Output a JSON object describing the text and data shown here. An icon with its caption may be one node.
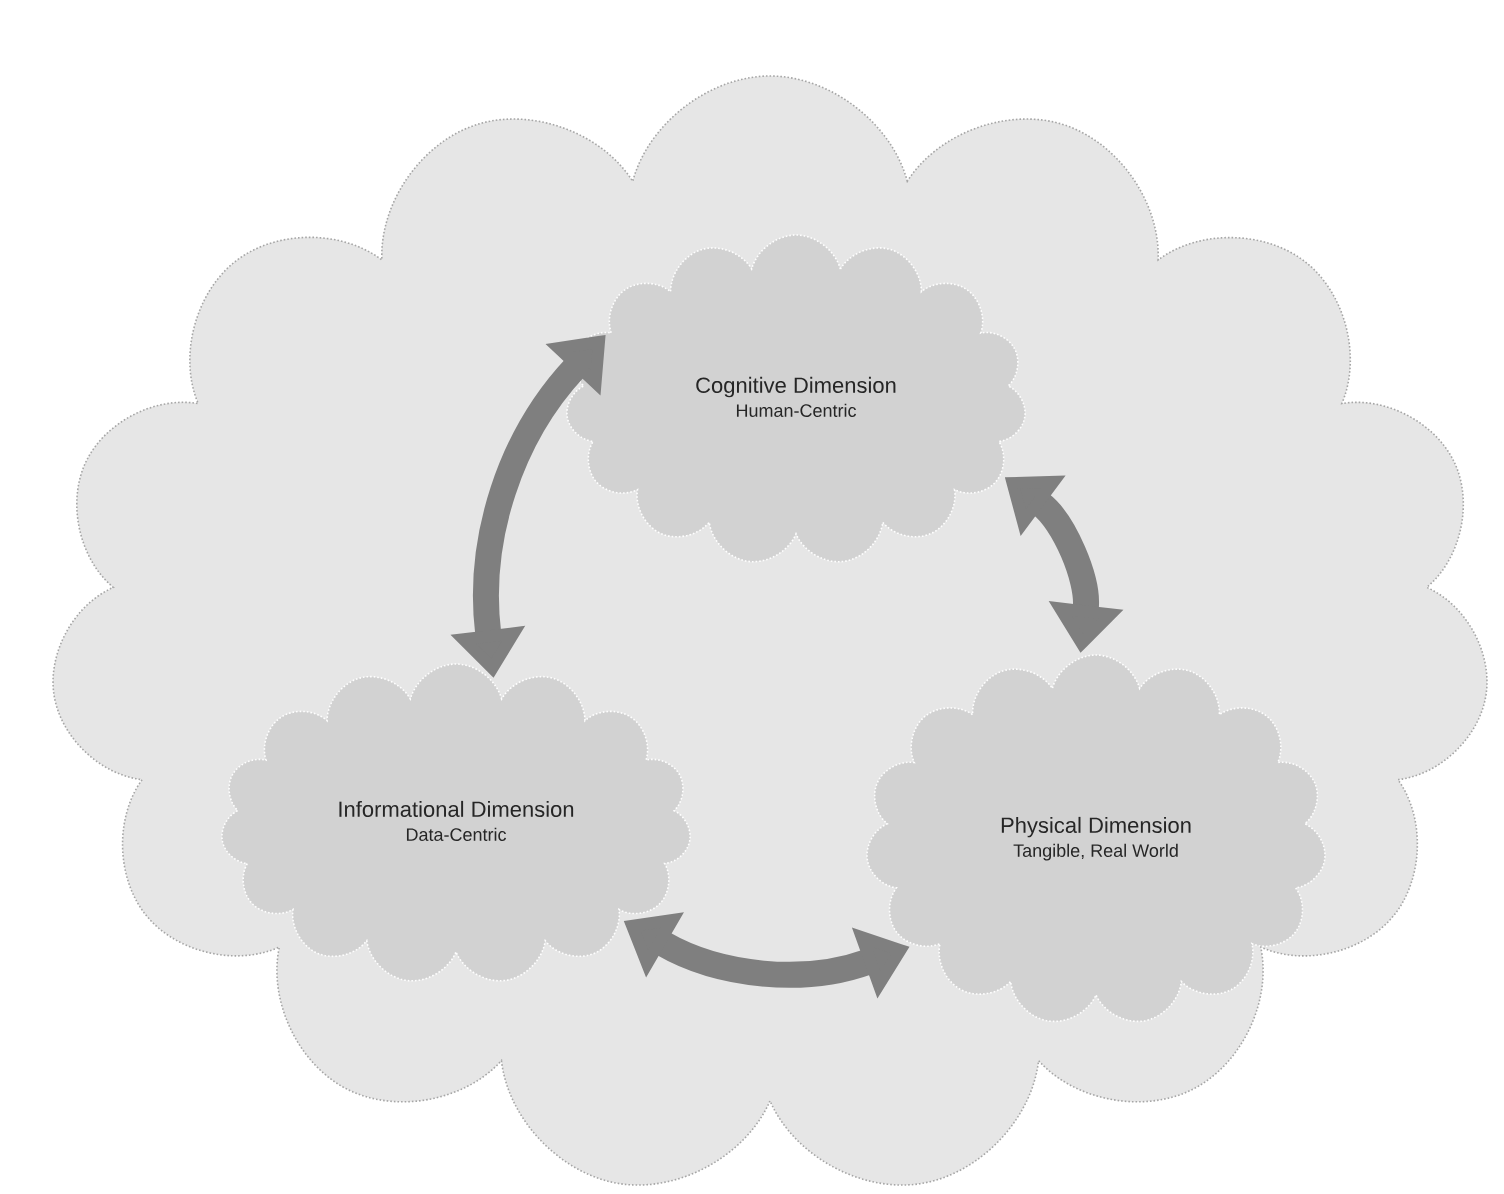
{
  "diagram": {
    "nodes": [
      {
        "text": [],
        "shape": "cloud"
      },
      {
        "text": [
          "Cognitive Dimension",
          "Human-Centric"
        ],
        "in": 0
      },
      {
        "text": [
          "Informational Dimension",
          "Data-Centric"
        ],
        "in": 0
      },
      {
        "text": [
          "Physical Dimension",
          "Tangible, Real World"
        ],
        "in": 0
      }
    ],
    "edges": [
      {
        "from": 1,
        "to": 3,
        "arrow": "both"
      },
      {
        "from": 3,
        "to": 2,
        "arrow": "both"
      },
      {
        "from": 2,
        "to": 1,
        "arrow": "both"
      }
    ]
  }
}
